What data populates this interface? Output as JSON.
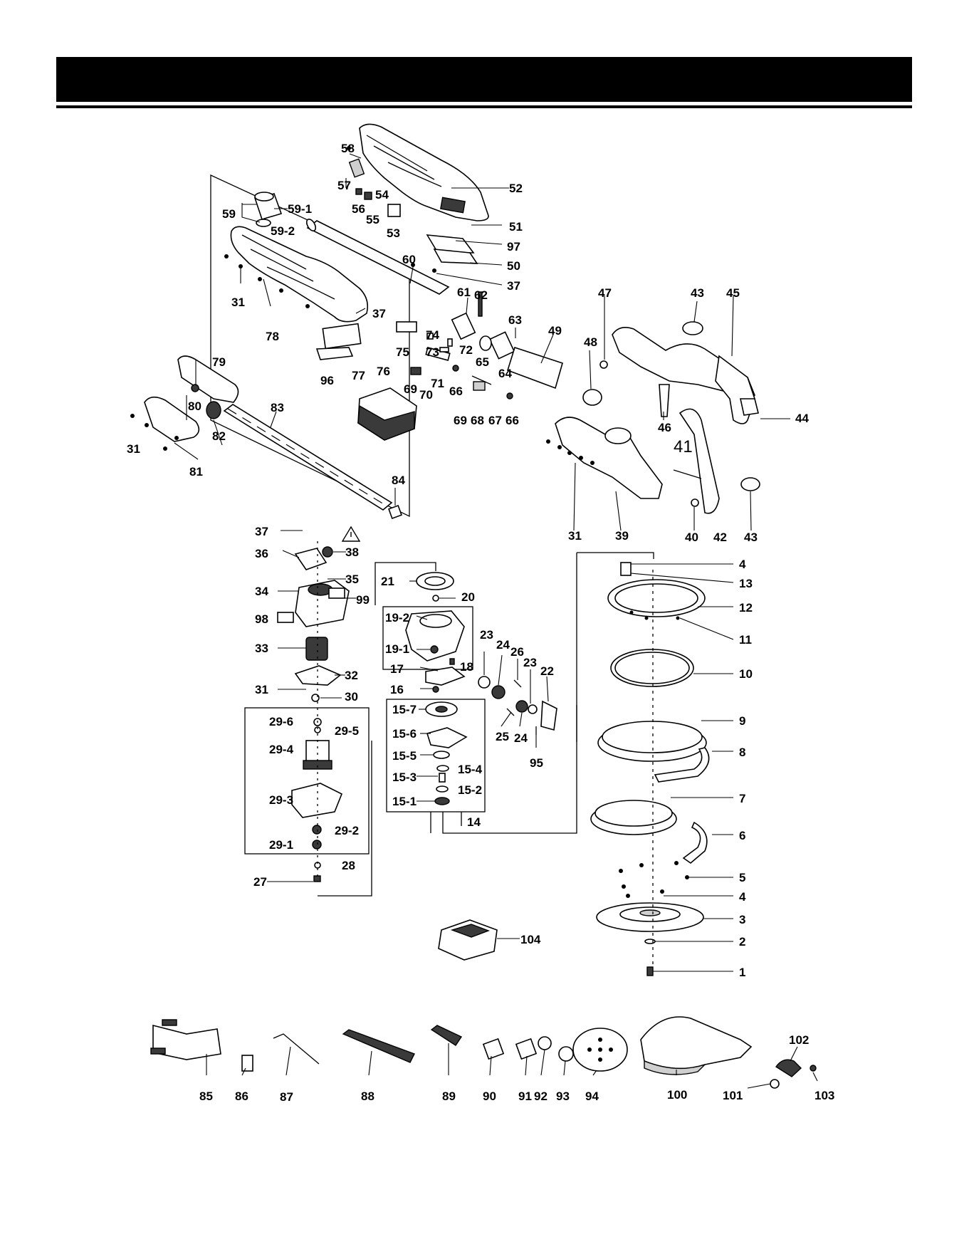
{
  "header": {
    "title": "",
    "bar_color": "#000000"
  },
  "callouts": [
    {
      "id": "58",
      "text": "58"
    },
    {
      "id": "57",
      "text": "57"
    },
    {
      "id": "54",
      "text": "54"
    },
    {
      "id": "56",
      "text": "56"
    },
    {
      "id": "55",
      "text": "55"
    },
    {
      "id": "53",
      "text": "53"
    },
    {
      "id": "52",
      "text": "52"
    },
    {
      "id": "51",
      "text": "51"
    },
    {
      "id": "97",
      "text": "97"
    },
    {
      "id": "50",
      "text": "50"
    },
    {
      "id": "37a",
      "text": "37"
    },
    {
      "id": "59",
      "text": "59"
    },
    {
      "id": "59-1",
      "text": "59-1"
    },
    {
      "id": "59-2",
      "text": "59-2"
    },
    {
      "id": "60",
      "text": "60"
    },
    {
      "id": "31a",
      "text": "31"
    },
    {
      "id": "78",
      "text": "78"
    },
    {
      "id": "37b",
      "text": "37"
    },
    {
      "id": "61",
      "text": "61"
    },
    {
      "id": "62",
      "text": "62"
    },
    {
      "id": "63",
      "text": "63"
    },
    {
      "id": "49",
      "text": "49"
    },
    {
      "id": "47",
      "text": "47"
    },
    {
      "id": "43a",
      "text": "43"
    },
    {
      "id": "45",
      "text": "45"
    },
    {
      "id": "74",
      "text": "74"
    },
    {
      "id": "72",
      "text": "72"
    },
    {
      "id": "73",
      "text": "73"
    },
    {
      "id": "65",
      "text": "65"
    },
    {
      "id": "75",
      "text": "75"
    },
    {
      "id": "48",
      "text": "48"
    },
    {
      "id": "96",
      "text": "96"
    },
    {
      "id": "77",
      "text": "77"
    },
    {
      "id": "76",
      "text": "76"
    },
    {
      "id": "71",
      "text": "71"
    },
    {
      "id": "64",
      "text": "64"
    },
    {
      "id": "69a",
      "text": "69"
    },
    {
      "id": "70",
      "text": "70"
    },
    {
      "id": "66a",
      "text": "66"
    },
    {
      "id": "79",
      "text": "79"
    },
    {
      "id": "80",
      "text": "80"
    },
    {
      "id": "83",
      "text": "83"
    },
    {
      "id": "69b",
      "text": "69"
    },
    {
      "id": "68",
      "text": "68"
    },
    {
      "id": "67",
      "text": "67"
    },
    {
      "id": "66b",
      "text": "66"
    },
    {
      "id": "44",
      "text": "44"
    },
    {
      "id": "46",
      "text": "46"
    },
    {
      "id": "41",
      "text": "41"
    },
    {
      "id": "31b",
      "text": "31"
    },
    {
      "id": "82",
      "text": "82"
    },
    {
      "id": "81",
      "text": "81"
    },
    {
      "id": "84",
      "text": "84"
    },
    {
      "id": "31c",
      "text": "31"
    },
    {
      "id": "39",
      "text": "39"
    },
    {
      "id": "40",
      "text": "40"
    },
    {
      "id": "42",
      "text": "42"
    },
    {
      "id": "43b",
      "text": "43"
    },
    {
      "id": "37c",
      "text": "37"
    },
    {
      "id": "36",
      "text": "36"
    },
    {
      "id": "38",
      "text": "38"
    },
    {
      "id": "35",
      "text": "35"
    },
    {
      "id": "34",
      "text": "34"
    },
    {
      "id": "99",
      "text": "99"
    },
    {
      "id": "98",
      "text": "98"
    },
    {
      "id": "33",
      "text": "33"
    },
    {
      "id": "32",
      "text": "32"
    },
    {
      "id": "31d",
      "text": "31"
    },
    {
      "id": "30",
      "text": "30"
    },
    {
      "id": "29-6",
      "text": "29-6"
    },
    {
      "id": "29-5",
      "text": "29-5"
    },
    {
      "id": "29-4",
      "text": "29-4"
    },
    {
      "id": "29-3",
      "text": "29-3"
    },
    {
      "id": "29-2",
      "text": "29-2"
    },
    {
      "id": "29-1",
      "text": "29-1"
    },
    {
      "id": "28",
      "text": "28"
    },
    {
      "id": "27",
      "text": "27"
    },
    {
      "id": "21",
      "text": "21"
    },
    {
      "id": "20",
      "text": "20"
    },
    {
      "id": "19-2",
      "text": "19-2"
    },
    {
      "id": "19-1",
      "text": "19-1"
    },
    {
      "id": "18",
      "text": "18"
    },
    {
      "id": "17",
      "text": "17"
    },
    {
      "id": "16",
      "text": "16"
    },
    {
      "id": "15-7",
      "text": "15-7"
    },
    {
      "id": "15-6",
      "text": "15-6"
    },
    {
      "id": "15-5",
      "text": "15-5"
    },
    {
      "id": "15-4",
      "text": "15-4"
    },
    {
      "id": "15-3",
      "text": "15-3"
    },
    {
      "id": "15-2",
      "text": "15-2"
    },
    {
      "id": "15-1",
      "text": "15-1"
    },
    {
      "id": "14",
      "text": "14"
    },
    {
      "id": "23a",
      "text": "23"
    },
    {
      "id": "24a",
      "text": "24"
    },
    {
      "id": "26",
      "text": "26"
    },
    {
      "id": "23b",
      "text": "23"
    },
    {
      "id": "22",
      "text": "22"
    },
    {
      "id": "25",
      "text": "25"
    },
    {
      "id": "24b",
      "text": "24"
    },
    {
      "id": "95",
      "text": "95"
    },
    {
      "id": "104",
      "text": "104"
    },
    {
      "id": "4a",
      "text": "4"
    },
    {
      "id": "13",
      "text": "13"
    },
    {
      "id": "12",
      "text": "12"
    },
    {
      "id": "11",
      "text": "11"
    },
    {
      "id": "10",
      "text": "10"
    },
    {
      "id": "9",
      "text": "9"
    },
    {
      "id": "8",
      "text": "8"
    },
    {
      "id": "7",
      "text": "7"
    },
    {
      "id": "6",
      "text": "6"
    },
    {
      "id": "5",
      "text": "5"
    },
    {
      "id": "4b",
      "text": "4"
    },
    {
      "id": "3",
      "text": "3"
    },
    {
      "id": "2",
      "text": "2"
    },
    {
      "id": "1",
      "text": "1"
    },
    {
      "id": "85",
      "text": "85"
    },
    {
      "id": "86",
      "text": "86"
    },
    {
      "id": "87",
      "text": "87"
    },
    {
      "id": "88",
      "text": "88"
    },
    {
      "id": "89",
      "text": "89"
    },
    {
      "id": "90",
      "text": "90"
    },
    {
      "id": "91",
      "text": "91"
    },
    {
      "id": "92",
      "text": "92"
    },
    {
      "id": "93",
      "text": "93"
    },
    {
      "id": "94",
      "text": "94"
    },
    {
      "id": "100",
      "text": "100"
    },
    {
      "id": "101",
      "text": "101"
    },
    {
      "id": "102",
      "text": "102"
    },
    {
      "id": "103",
      "text": "103"
    }
  ],
  "icons": {
    "warning": "warning-triangle-icon"
  }
}
